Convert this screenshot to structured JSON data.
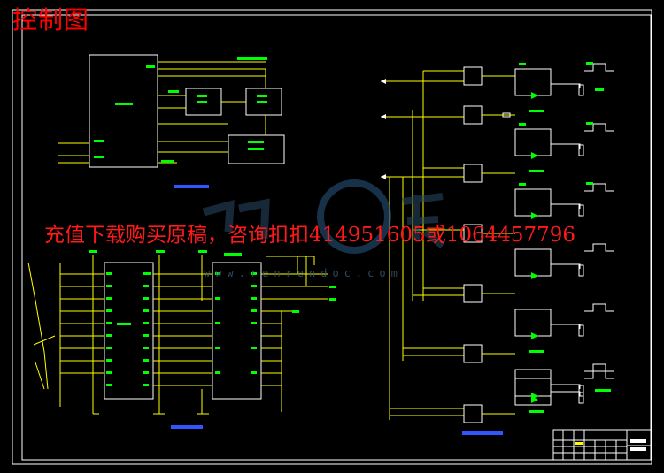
{
  "header": {
    "title": "控制图"
  },
  "overlay": {
    "ad_text": "充值下载购买原稿，咨询扣扣414951605或1064457796",
    "watermark_url": "www.renrendoc.com"
  },
  "colors": {
    "background": "#000000",
    "frame": "#ffffff",
    "wire": "#ffff00",
    "label": "#00ff00",
    "caption": "#3355ff",
    "title": "#ff0000"
  },
  "diagram": {
    "relay_channels": 7,
    "mcu_chips": 2
  }
}
